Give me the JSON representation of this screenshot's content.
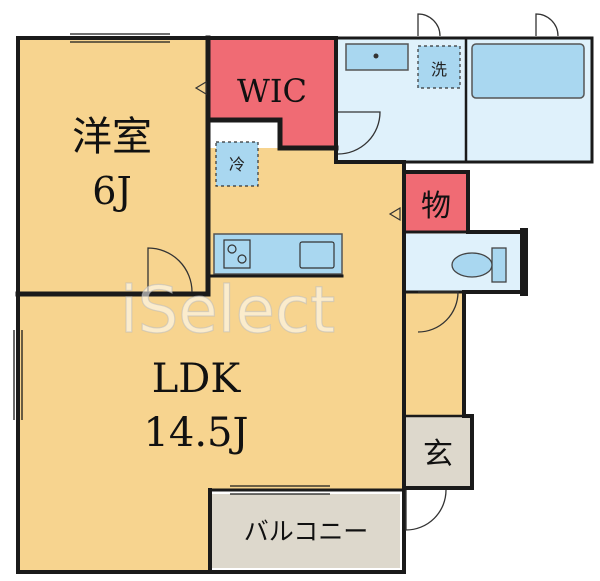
{
  "rooms": {
    "western_room": {
      "name": "洋室",
      "size": "6J"
    },
    "walk_in_closet": {
      "name": "WIC"
    },
    "storage": {
      "name": "物"
    },
    "ldk": {
      "name": "LDK",
      "size": "14.5J"
    },
    "entrance": {
      "name": "玄"
    },
    "balcony": {
      "name": "バルコニー"
    }
  },
  "appliance_marks": {
    "fridge": "冷",
    "washer": "洗"
  },
  "watermark": "iSelect",
  "colors": {
    "room_fill": "#f7d48f",
    "wic_fill": "#f06b74",
    "wet_area_fill": "#dff1fb",
    "fixture_fill": "#a9d7f0",
    "entrance_fill": "#ddd8cc",
    "wall": "#1a1a1a"
  }
}
